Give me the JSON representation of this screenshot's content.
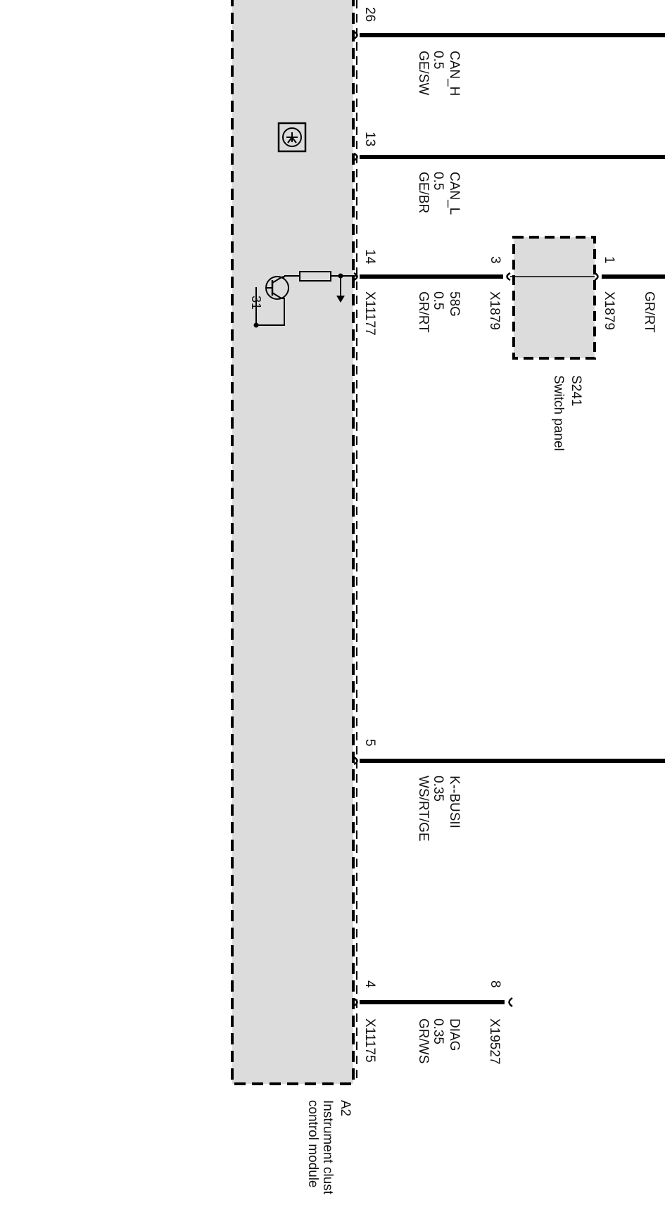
{
  "module_a2": {
    "id": "A2",
    "name_line1": "Instrument clust",
    "name_line2": "control module",
    "body_color": "#dcdcdc",
    "ground_terminal": "31"
  },
  "switch_s241": {
    "id": "S241",
    "name": "Switch panel",
    "body_color": "#dcdcdc",
    "pin_in": "3",
    "pin_out": "1",
    "connector_in": "X1879",
    "connector_out": "X1879"
  },
  "wires": [
    {
      "pin": "26",
      "connector": "",
      "signal": "CAN_H",
      "gauge": "0.5",
      "color": "GE/SW"
    },
    {
      "pin": "13",
      "connector": "",
      "signal": "CAN_L",
      "gauge": "0.5",
      "color": "GE/BR"
    },
    {
      "pin": "14",
      "connector": "X11177",
      "signal": "58G",
      "gauge": "0.5",
      "color": "GR/RT"
    },
    {
      "pin": "5",
      "connector": "",
      "signal": "K--BUSII",
      "gauge": "0.35",
      "color": "WS/RT/GE"
    },
    {
      "pin": "4",
      "connector": "X11175",
      "signal": "DIAG",
      "gauge": "0.35",
      "color": "GR/WS"
    }
  ],
  "wire_58g_continuation": {
    "color": "GR/RT"
  },
  "diag_far_end": {
    "pin": "8",
    "connector": "X19527"
  }
}
